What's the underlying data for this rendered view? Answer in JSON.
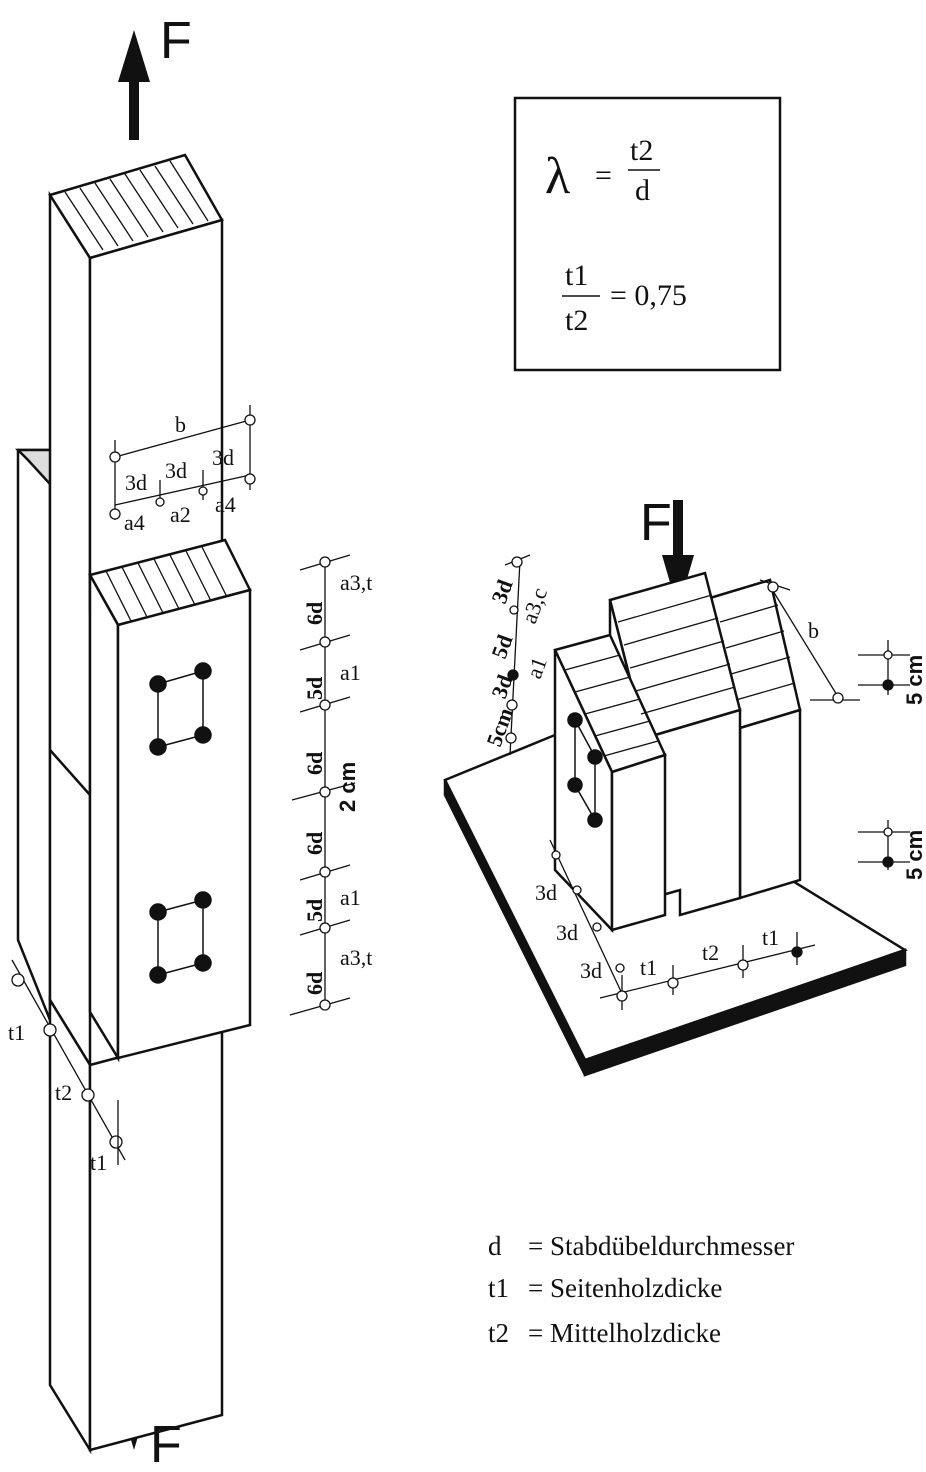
{
  "labels": {
    "force_top": "F",
    "force_bottom": "F",
    "force_right": "F"
  },
  "formula_box": {
    "lambda_symbol": "λ",
    "equals": "=",
    "lambda_num": "t2",
    "lambda_den": "d",
    "ratio_num": "t1",
    "ratio_den": "t2",
    "ratio_value": "= 0,75"
  },
  "left_figure": {
    "b": "b",
    "top_dims": [
      "3d",
      "3d",
      "3d"
    ],
    "top_spacings": [
      "a4",
      "a2",
      "a4"
    ],
    "vertical_dims": [
      "6d",
      "5d",
      "6d",
      "6d",
      "5d",
      "6d"
    ],
    "gap": "2 cm",
    "spacing_labels": [
      "a3,t",
      "a1",
      "a1",
      "a3,t"
    ],
    "thickness": [
      "t1",
      "t2",
      "t1"
    ]
  },
  "right_figure": {
    "b": "b",
    "vertical_dims": [
      "3d",
      "5d",
      "3d",
      "5cm"
    ],
    "spacing_labels": [
      "a3,c",
      "a1"
    ],
    "side_dims": [
      "5 cm",
      "5 cm"
    ],
    "front_dims": [
      "3d",
      "3d",
      "3d"
    ],
    "thickness": [
      "t1",
      "t2",
      "t1"
    ]
  },
  "legend": [
    {
      "symbol": "d",
      "text": "= Stabdübeldurchmesser"
    },
    {
      "symbol": "t1",
      "text": "= Seitenholzdicke"
    },
    {
      "symbol": "t2",
      "text": "= Mittelholzdicke"
    }
  ]
}
